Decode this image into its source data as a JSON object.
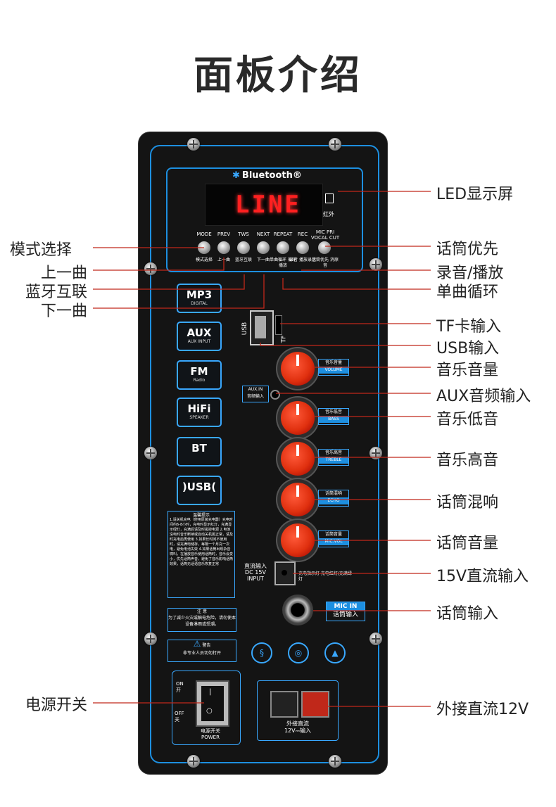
{
  "title": "面板介绍",
  "panel": {
    "bluetooth_label": "Bluetooth®",
    "led_text": "LINE",
    "ir_label": "红外",
    "buttons": [
      {
        "label": "MODE",
        "sub": "模式选择"
      },
      {
        "label": "PREV",
        "sub": "上一曲"
      },
      {
        "label": "TWS",
        "sub": "蓝牙互联"
      },
      {
        "label": "NEXT",
        "sub": "下一曲"
      },
      {
        "label": "REPEAT",
        "sub": "单曲循环 循环播放"
      },
      {
        "label": "REC",
        "sub": "录音 播放录音"
      },
      {
        "label": "MIC PRI VOCAL CUT",
        "sub": "话筒优先 消原音"
      }
    ],
    "icons": [
      {
        "big": "MP3",
        "small": "DIGITAL"
      },
      {
        "big": "AUX",
        "small": "AUX INPUT"
      },
      {
        "big": "FM",
        "small": "Radio"
      },
      {
        "big": "HiFi",
        "small": "SPEAKER"
      },
      {
        "big": "BT",
        "small": ""
      },
      {
        "big": ")USB(",
        "small": ""
      }
    ],
    "usb_label": "USB",
    "tf_label": "TF",
    "knobs": [
      {
        "cn": "音乐音量",
        "en": "VOLUME"
      },
      {
        "cn": "音乐低音",
        "en": "BASS"
      },
      {
        "cn": "音乐高音",
        "en": "TREBLE"
      },
      {
        "cn": "话筒混响",
        "en": "ECHO"
      },
      {
        "cn": "话筒音量",
        "en": "MIC.VOL"
      }
    ],
    "aux_in": {
      "en": "AUX.IN",
      "cn": "音频输入"
    },
    "warning_title": "温馨提示",
    "warning_text": "1.请关机充电（使用原装充电器）充电时间约6-8小时，充电时显示红灯，充满显示绿灯，充满后请及时拔掉电源 2.电池没电时音乐断续或自动关机属正常，请及时充电后再使用 3.如果长时间不使用时，请充满电储存，每隔一个月充一次电，避免电池失效 4.如果话筒出现杂音啸叫，在播放音乐使用话筒时，音乐会变小，优先话筒声音，避免了音乐影响话筒效果，话筒无话语音乐恢复正常",
    "note_title": "注 意",
    "note_text": "为了减少火灾或触电危险，请勿使本设备淋雨或受潮。",
    "caution_title": "警告",
    "caution_text": "非专业人员切勿打开",
    "dc_label": "直流输入 DC 15V INPUT",
    "charge_label": "充电指示灯 充电红灯/充满绿灯",
    "mic_in": {
      "en": "MIC IN",
      "cn": "话筒输入"
    },
    "power": {
      "on": "ON 开",
      "off": "OFF 关",
      "label": "电源开关 POWER"
    },
    "ext_dc": {
      "label": "外接直流",
      "sub": "12V⎓输入"
    }
  },
  "callouts": {
    "left": [
      "模式选择",
      "上一曲",
      "蓝牙互联",
      "下一曲",
      "电源开关"
    ],
    "right": [
      "LED显示屏",
      "话筒优先",
      "录音/播放",
      "单曲循环",
      "TF卡输入",
      "USB输入",
      "音乐音量",
      "AUX音频输入",
      "音乐低音",
      "音乐高音",
      "话筒混响",
      "话筒音量",
      "15V直流输入",
      "话筒输入",
      "外接直流12V"
    ]
  },
  "colors": {
    "accent": "#1d8fe0",
    "callout_line": "#c0281a",
    "panel": "#141414"
  }
}
